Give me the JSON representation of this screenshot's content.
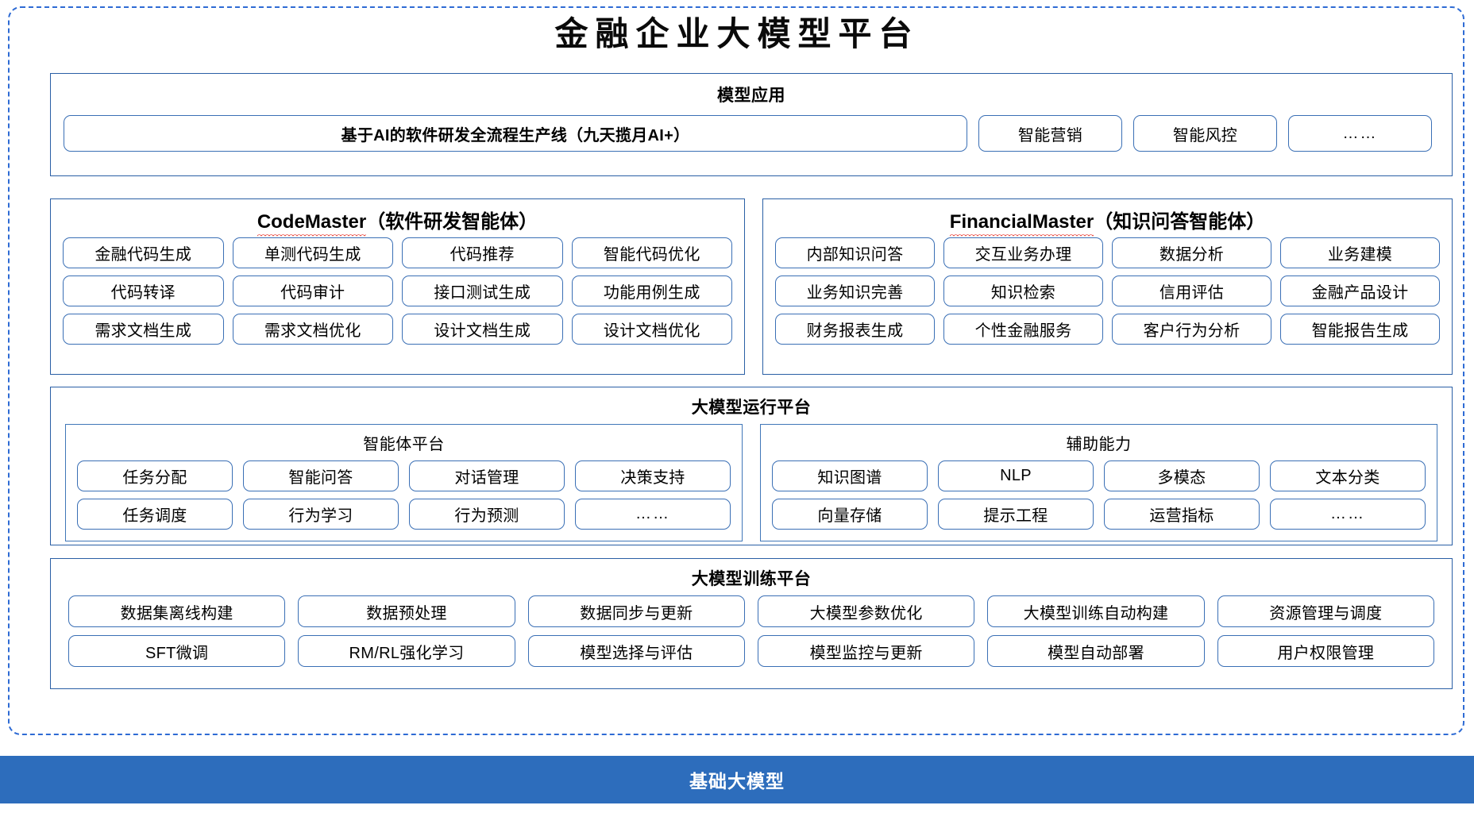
{
  "title": "金融企业大模型平台",
  "sections": {
    "model_application": {
      "title": "模型应用",
      "pipeline": "基于AI的软件研发全流程生产线（九天揽月AI+）",
      "apps": [
        "智能营销",
        "智能风控",
        "……"
      ]
    },
    "code_master": {
      "name_en": "CodeMaster",
      "name_cn": "（软件研发智能体）",
      "items": [
        "金融代码生成",
        "单测代码生成",
        "代码推荐",
        "智能代码优化",
        "代码转译",
        "代码审计",
        "接口测试生成",
        "功能用例生成",
        "需求文档生成",
        "需求文档优化",
        "设计文档生成",
        "设计文档优化"
      ]
    },
    "financial_master": {
      "name_en": "FinancialMaster",
      "name_cn": "（知识问答智能体）",
      "items": [
        "内部知识问答",
        "交互业务办理",
        "数据分析",
        "业务建模",
        "业务知识完善",
        "知识检索",
        "信用评估",
        "金融产品设计",
        "财务报表生成",
        "个性金融服务",
        "客户行为分析",
        "智能报告生成"
      ]
    },
    "runtime_platform": {
      "title": "大模型运行平台",
      "agent_platform": {
        "title": "智能体平台",
        "items": [
          "任务分配",
          "智能问答",
          "对话管理",
          "决策支持",
          "任务调度",
          "行为学习",
          "行为预测",
          "……"
        ]
      },
      "assist_ability": {
        "title": "辅助能力",
        "items": [
          "知识图谱",
          "NLP",
          "多模态",
          "文本分类",
          "向量存储",
          "提示工程",
          "运营指标",
          "……"
        ]
      }
    },
    "training_platform": {
      "title": "大模型训练平台",
      "items": [
        "数据集离线构建",
        "数据预处理",
        "数据同步与更新",
        "大模型参数优化",
        "大模型训练自动构建",
        "资源管理与调度",
        "SFT微调",
        "RM/RL强化学习",
        "模型选择与评估",
        "模型监控与更新",
        "模型自动部署",
        "用户权限管理"
      ]
    },
    "base_model": {
      "title": "基础大模型"
    }
  },
  "colors": {
    "outer_dashed_border": "#2E6BD4",
    "panel_border": "#2A5FA5",
    "chip_border": "#3A6FB5",
    "base_bar_bg": "#2D6DBC",
    "spellcheck_underline": "#E8453C"
  }
}
